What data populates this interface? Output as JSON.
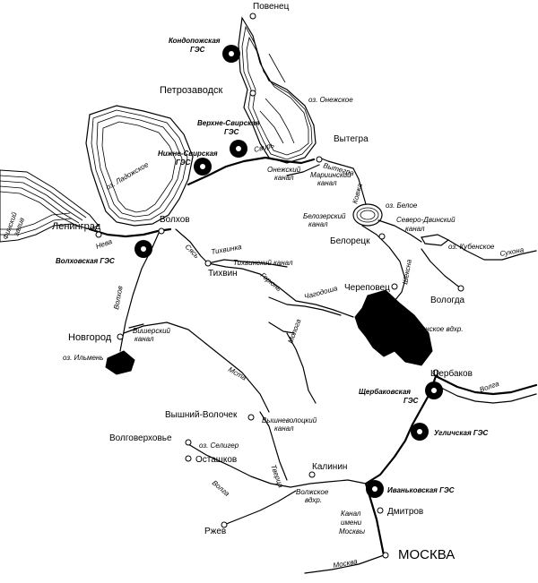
{
  "colors": {
    "ink": "#000000",
    "paper": "#ffffff"
  },
  "cities": {
    "povenets": "Повенец",
    "petrozavodsk": "Петрозаводск",
    "vytegra": "Вытегра",
    "leningrad": "Ленинград",
    "volkhov": "Волхов",
    "tikhvin": "Тихвин",
    "belozersk": "Белорецк",
    "cherepovets": "Череповец",
    "vologda": "Вологда",
    "novgorod": "Новгород",
    "shcherbakov": "Щербаков",
    "vyshny_volochek": "Вышний-Волочек",
    "volgoverkhovye": "Волговерховье",
    "ostashkov": "Осташков",
    "kalinin": "Калинин",
    "dmitrov": "Дмитров",
    "rzhev": "Ржев",
    "moskva": "МОСКВА"
  },
  "hydro_stations": {
    "kondopozhskaya": [
      "Кондопожская",
      "ГЭС"
    ],
    "verkhne_svirskaya": [
      "Верхне-Свирская",
      "ГЭС"
    ],
    "nizhne_svirskaya": [
      "Нижне-Свирская",
      "ГЭС"
    ],
    "volkhovskaya": [
      "Волховская ГЭС"
    ],
    "shcherbakovskaya": [
      "Щербаковская",
      "ГЭС"
    ],
    "uglichskaya": [
      "Угличская ГЭС"
    ],
    "ivankovskaya": [
      "Иваньковская ГЭС"
    ]
  },
  "water": {
    "onega": "оз. Онежское",
    "ladoga": "оз. Ладожское",
    "gulf": [
      "Финский",
      "залив"
    ],
    "svir": "Свирь",
    "onega_canal": [
      "Онежский",
      "канал"
    ],
    "vytegra_r": "Вытегра",
    "mariinsky": [
      "Мариинский",
      "канал"
    ],
    "kovzha": "Ковжа",
    "beloe": "оз. Белое",
    "belozersky": [
      "Белозерский",
      "канал"
    ],
    "sev_dvinsky": [
      "Северо-Двинский",
      "канал"
    ],
    "kubenskoe": "оз. Кубенское",
    "sukhona": "Сухона",
    "sheksna": "Шексна",
    "neva": "Нева",
    "syas": "Сясь",
    "tikhvinka": "Тихвинка",
    "tikhvinsky": "Тихвинский канал",
    "goryun": "Горюнь",
    "chagodosha": "Чагодоша",
    "rybinsk": "Рыбинское вдхр.",
    "volkhov_r": "Волхов",
    "vishersky": [
      "Вишерский",
      "канал"
    ],
    "ilmen": "оз. Ильмень",
    "msta": "Мста",
    "mologa": "Молога",
    "volga": "Волга",
    "vyshnevolotsky": [
      "Вышневолоцкий",
      "канал"
    ],
    "tvertsa": "Тверца",
    "seliger": "оз. Селигер",
    "volga2": "Волга",
    "volzhskoe": [
      "Волжское",
      "вдхр."
    ],
    "moskva_canal": [
      "Канал",
      "имени",
      "Москвы"
    ],
    "moskva_r": "Москва"
  }
}
